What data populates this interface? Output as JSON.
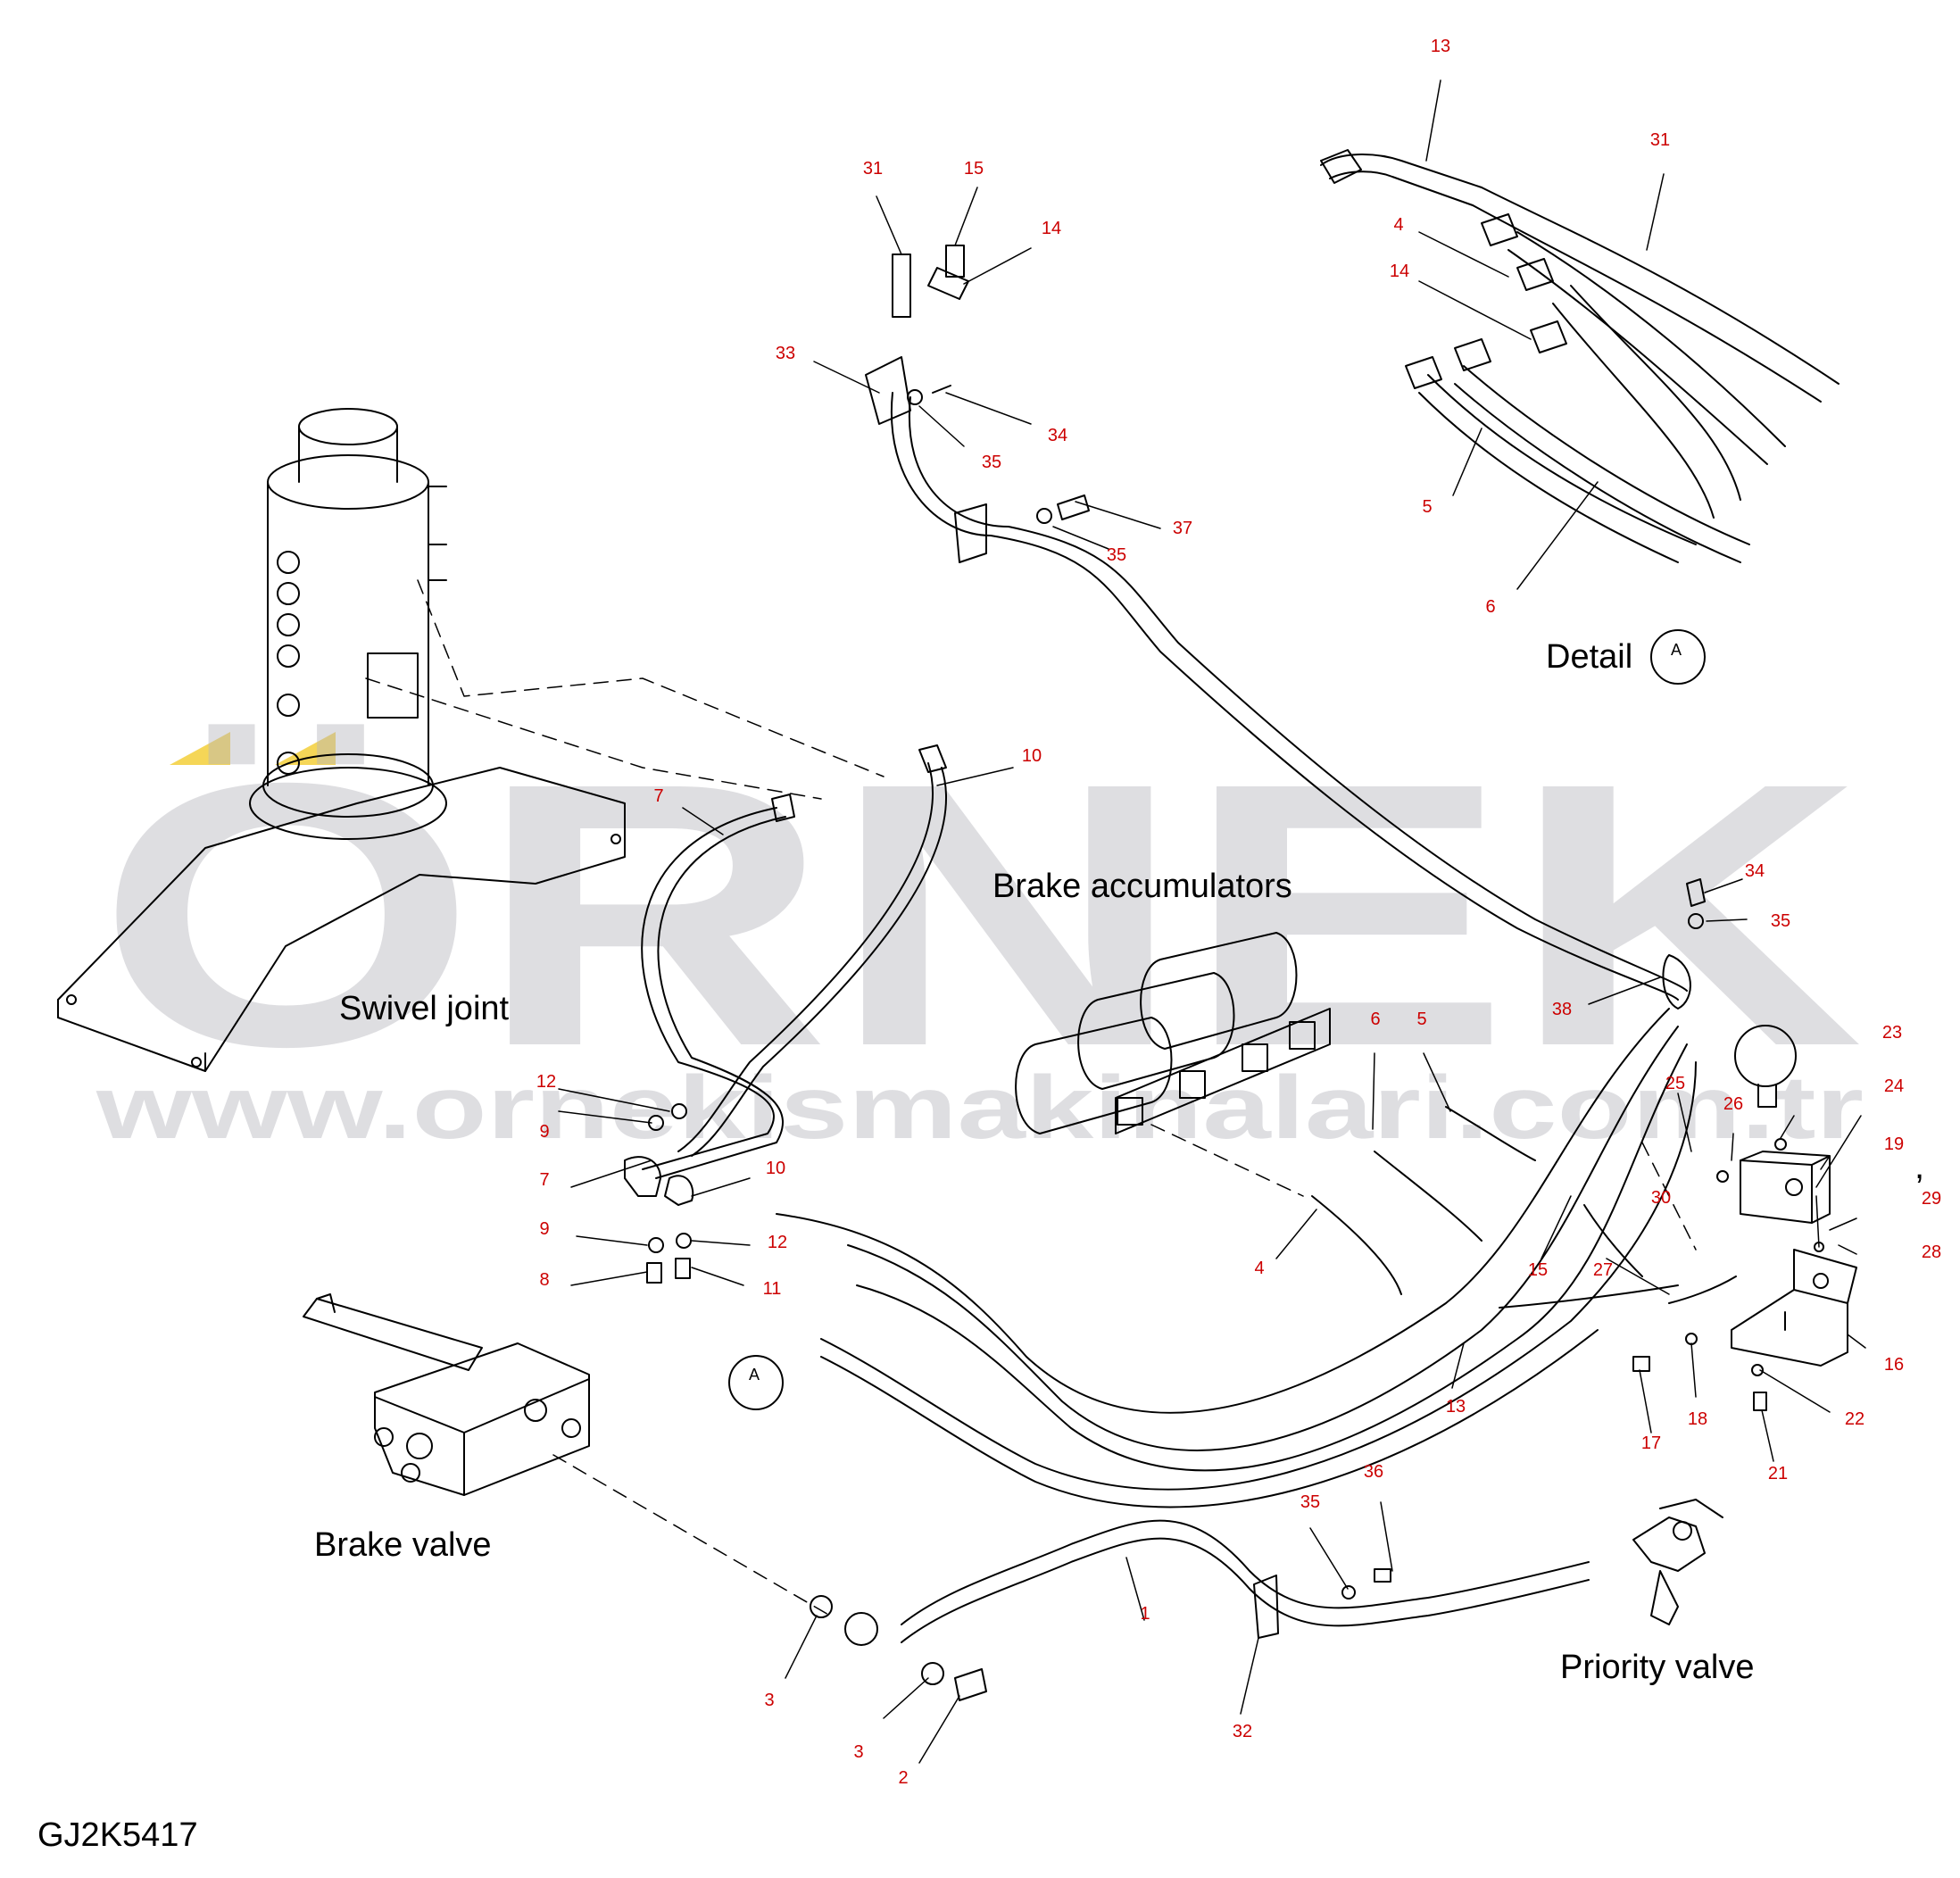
{
  "diagram": {
    "drawing_code": "GJ2K5417",
    "group_labels": {
      "swivel_joint": "Swivel joint",
      "brake_accumulators": "Brake accumulators",
      "brake_valve": "Brake valve",
      "priority_valve": "Priority valve",
      "detail": "Detail",
      "detail_marker": "A",
      "view_marker": "A"
    },
    "watermark": {
      "brand": "ÖRNEK",
      "url": "www.ornekismakinalari.com.tr"
    },
    "callouts": [
      "13",
      "31",
      "4",
      "14",
      "5",
      "6",
      "31",
      "15",
      "14",
      "33",
      "34",
      "35",
      "35",
      "37",
      "10",
      "7",
      "12",
      "9",
      "7",
      "10",
      "9",
      "12",
      "8",
      "11",
      "34",
      "35",
      "38",
      "6",
      "5",
      "23",
      "25",
      "26",
      "24",
      "19",
      "30",
      "29",
      "28",
      "27",
      "15",
      "4",
      "16",
      "13",
      "17",
      "18",
      "22",
      "21",
      "36",
      "35",
      "1",
      "3",
      "3",
      "2",
      "32"
    ],
    "colors": {
      "callout": "#cc0000",
      "line": "#000000",
      "watermark_gray": "#b7b7be",
      "watermark_gold": "#f1c40f"
    }
  }
}
